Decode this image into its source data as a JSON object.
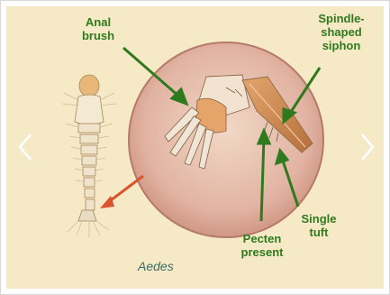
{
  "diagram": {
    "labels": {
      "anal_brush": "Anal\nbrush",
      "siphon": "Spindle-\nshaped\nsiphon",
      "pecten": "Pecten\npresent",
      "single_tuft": "Single\ntuft"
    },
    "caption": "Aedes"
  },
  "colors": {
    "background": "#f5e9c6",
    "label_green": "#2f7a1f",
    "arrow_red": "#d9532c",
    "circle_fill": "#d8a99a",
    "circle_border": "#b57a6a"
  },
  "navigation": {
    "previous_icon": "chevron-left-icon",
    "next_icon": "chevron-right-icon"
  }
}
